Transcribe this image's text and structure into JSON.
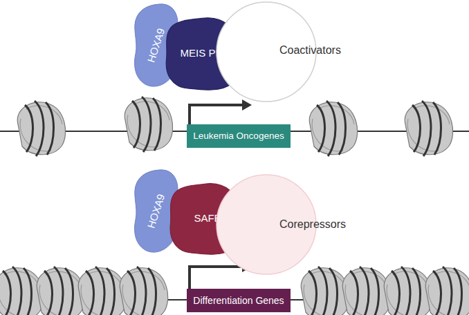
{
  "diagram": {
    "nodes": [
      {
        "text": [
          "HOXA9"
        ]
      },
      {
        "text": [
          "MEIS PBX"
        ]
      },
      {
        "text": [
          "Coactivators"
        ]
      },
      {
        "text": [
          "Leukemia Oncogenes"
        ]
      },
      {
        "text": [
          "HOXA9"
        ]
      },
      {
        "text": [
          "SAFB"
        ]
      },
      {
        "text": [
          "Corepressors"
        ]
      },
      {
        "text": [
          "Differentiation Genes"
        ]
      }
    ]
  }
}
